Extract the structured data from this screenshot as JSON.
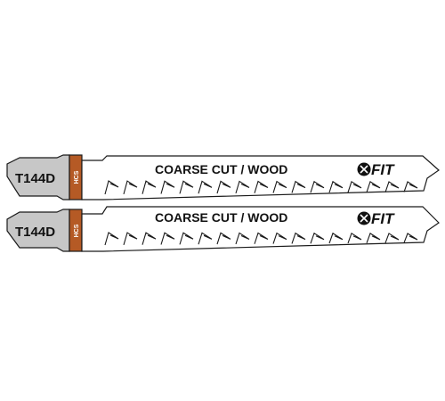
{
  "blades": [
    {
      "code": "T144D",
      "material": "HCS",
      "description": "COARSE CUT / WOOD",
      "brand": "FIT",
      "brand_icon": "fit-logo-icon"
    },
    {
      "code": "T144D",
      "material": "HCS",
      "description": "COARSE CUT / WOOD",
      "brand": "FIT",
      "brand_icon": "fit-logo-icon"
    }
  ],
  "colors": {
    "background": "#ffffff",
    "shank": "#c7c7c7",
    "hcs_band": "#b55a25",
    "blade": "#ffffff",
    "outline": "#1a1a1a"
  }
}
